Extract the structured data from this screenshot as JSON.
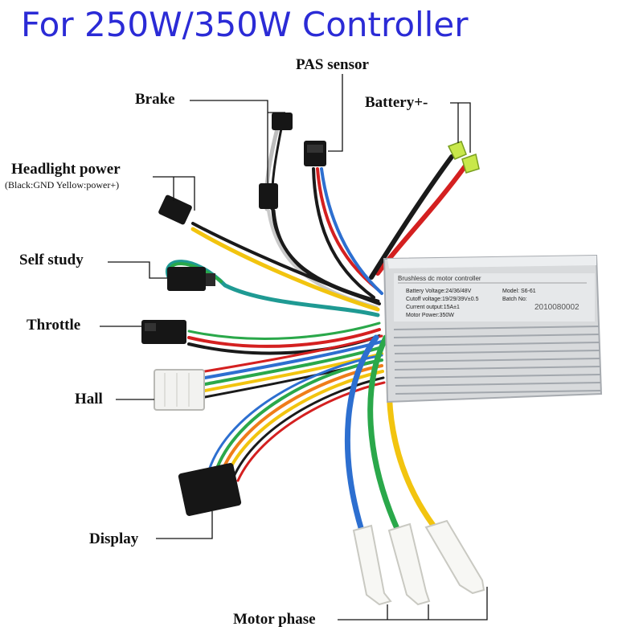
{
  "title": "For 250W/350W Controller",
  "labels": {
    "pas_sensor": "PAS sensor",
    "brake": "Brake",
    "battery": "Battery+-",
    "headlight": "Headlight power",
    "headlight_note": "(Black:GND Yellow:power+)",
    "self_study": "Self study",
    "throttle": "Throttle",
    "hall": "Hall",
    "display": "Display",
    "motor_phase": "Motor phase"
  },
  "controller_plate": {
    "heading": "Brushless dc motor controller",
    "battery_voltage": "Battery Voltage:24/36/48V",
    "cutoff_voltage": "Cutoff voltage:19/29/39V±0.5",
    "current_output": "Current output:15A±1",
    "motor_power": "Motor Power:350W",
    "model": "Model: S6-61",
    "batch_no": "Batch No:",
    "batch_value": "2010080002"
  },
  "colors": {
    "title": "#2b2bd6",
    "housing": "#d8dadc",
    "wire_red": "#d42020",
    "wire_black": "#1a1a1a",
    "wire_yellow": "#f2c40f",
    "wire_green": "#2aa84a",
    "wire_blue": "#2d6fd0",
    "wire_teal": "#1f9a93",
    "wire_orange": "#ef7d1a"
  }
}
